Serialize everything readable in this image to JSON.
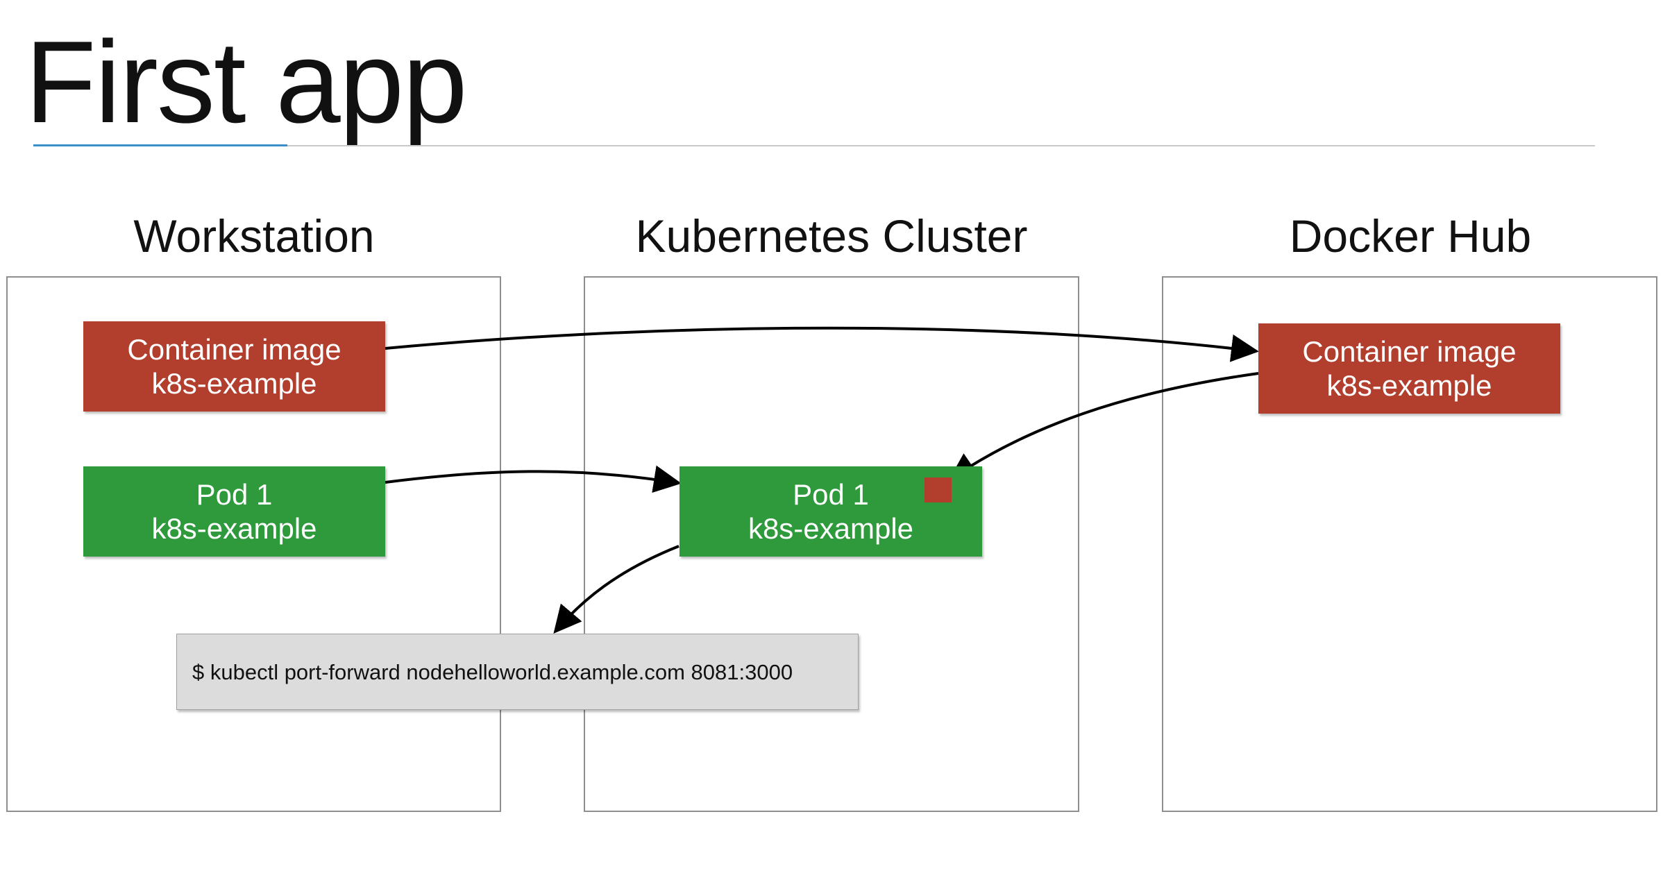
{
  "title": "First app",
  "panels": {
    "workstation": "Workstation",
    "cluster": "Kubernetes Cluster",
    "hub": "Docker Hub"
  },
  "workstation": {
    "image_box": {
      "line1": "Container image",
      "line2": "k8s-example"
    },
    "pod_box": {
      "line1": "Pod 1",
      "line2": "k8s-example"
    }
  },
  "cluster": {
    "pod_box": {
      "line1": "Pod 1",
      "line2": "k8s-example"
    }
  },
  "hub": {
    "image_box": {
      "line1": "Container image",
      "line2": "k8s-example"
    }
  },
  "command": "$ kubectl port-forward nodehelloworld.example.com 8081:3000",
  "colors": {
    "image": "#b23e2e",
    "pod": "#2e9a3c",
    "command_bg": "#dcdcdd",
    "rule_accent": "#3a8fc8"
  }
}
